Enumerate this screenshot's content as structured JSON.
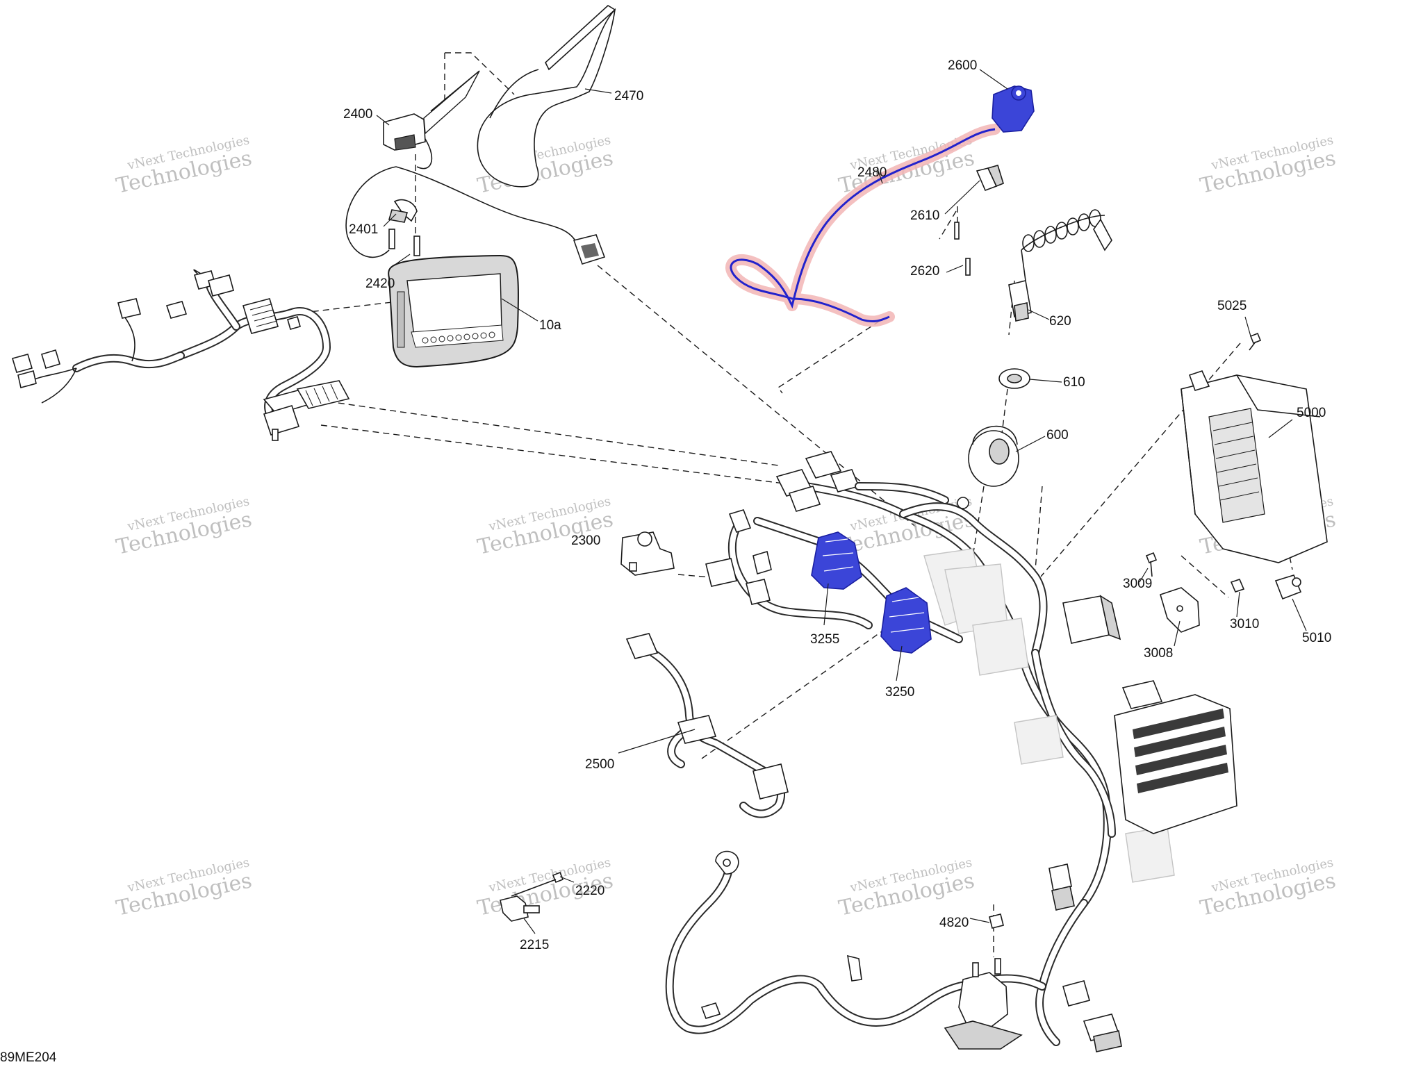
{
  "diagram": {
    "parts": [
      {
        "id": "p2470",
        "label": "2470"
      },
      {
        "id": "p2400",
        "label": "2400"
      },
      {
        "id": "p2401",
        "label": "2401"
      },
      {
        "id": "p2420",
        "label": "2420"
      },
      {
        "id": "p10a",
        "label": "10a"
      },
      {
        "id": "p2600",
        "label": "2600"
      },
      {
        "id": "p2480",
        "label": "2480"
      },
      {
        "id": "p2610",
        "label": "2610"
      },
      {
        "id": "p2620",
        "label": "2620"
      },
      {
        "id": "p620",
        "label": "620"
      },
      {
        "id": "p5025",
        "label": "5025"
      },
      {
        "id": "p610",
        "label": "610"
      },
      {
        "id": "p600",
        "label": "600"
      },
      {
        "id": "p5000",
        "label": "5000"
      },
      {
        "id": "p2300",
        "label": "2300"
      },
      {
        "id": "p3009",
        "label": "3009"
      },
      {
        "id": "p3010",
        "label": "3010"
      },
      {
        "id": "p5010",
        "label": "5010"
      },
      {
        "id": "p3008",
        "label": "3008"
      },
      {
        "id": "p3255",
        "label": "3255"
      },
      {
        "id": "p3250",
        "label": "3250"
      },
      {
        "id": "p2500",
        "label": "2500"
      },
      {
        "id": "p2220",
        "label": "2220"
      },
      {
        "id": "p2215",
        "label": "2215"
      },
      {
        "id": "p4820",
        "label": "4820"
      }
    ],
    "watermark": {
      "line1": "vNext Technologies",
      "line2": "Technologies"
    },
    "footer_code": "89ME204",
    "colors": {
      "highlight": "#3b45d8",
      "glow": "#f2b5b5",
      "line": "#1a1a1a",
      "watermark": "#b8b8b8"
    }
  }
}
